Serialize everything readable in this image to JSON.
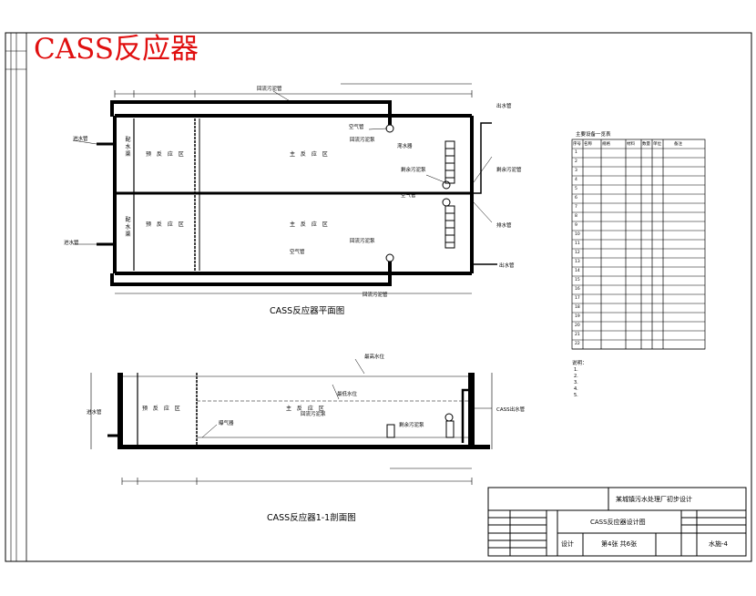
{
  "heading": "CASS反应器",
  "plan_view": {
    "caption": "CASS反应器平面图",
    "zone_labels": {
      "upper_select": "预 反 应 区",
      "upper_main": "主 反 应 区",
      "lower_select": "预 反 应 区",
      "lower_main": "主 反 应 区",
      "dist_upper": "配水渠",
      "dist_lower": "配水渠"
    },
    "pipe_labels": {
      "top_return": "回流污泥管",
      "inlet_upper": "进水管",
      "inlet_lower": "进水管",
      "gas_upper": "空气管",
      "gas_lower": "空气管",
      "right_top": "出水管",
      "right_mid": "剩余污泥管",
      "right_low": "排水管",
      "right_bottom": "出水管",
      "decanter": "滗水器",
      "sludge_pump": "剩余污泥泵",
      "return_pump_upper": "回流污泥泵",
      "return_pump_lower": "回流污泥泵",
      "bottom_return": "回流污泥管",
      "gas_main": "空气管"
    }
  },
  "section_view": {
    "caption": "CASS反应器1-1剖面图",
    "labels": {
      "water_high": "最高水位",
      "water_low": "最低水位",
      "zone_main": "主 反 应 区",
      "zone_pre": "预 反 应 区",
      "inlet": "进水管",
      "sludge_return": "回流污泥泵",
      "sludge_pump": "剩余污泥泵",
      "outlet": "CASS出水管",
      "aerator": "曝气器"
    }
  },
  "materials_table": {
    "title": "主要设备一览表",
    "headers": [
      "序号",
      "名称",
      "规格",
      "材料",
      "数量",
      "单位",
      "备注"
    ],
    "row_numbers": [
      "1",
      "2",
      "3",
      "4",
      "5",
      "6",
      "7",
      "8",
      "9",
      "10",
      "11",
      "12",
      "13",
      "14",
      "15",
      "16",
      "17",
      "18",
      "19",
      "20",
      "21",
      "22"
    ]
  },
  "notes": {
    "title": "说明：",
    "lines": [
      "1.",
      "2.",
      "3.",
      "4.",
      "5."
    ]
  },
  "title_block": {
    "project": "某城镇污水处理厂初步设计",
    "drawing_name": "CASS反应器设计图",
    "design_label": "设计",
    "sheet_info": "第4张 共6张",
    "drawing_no": "水施-4"
  },
  "colors": {
    "heading": "#e01010",
    "line": "#000000",
    "background": "#ffffff"
  }
}
